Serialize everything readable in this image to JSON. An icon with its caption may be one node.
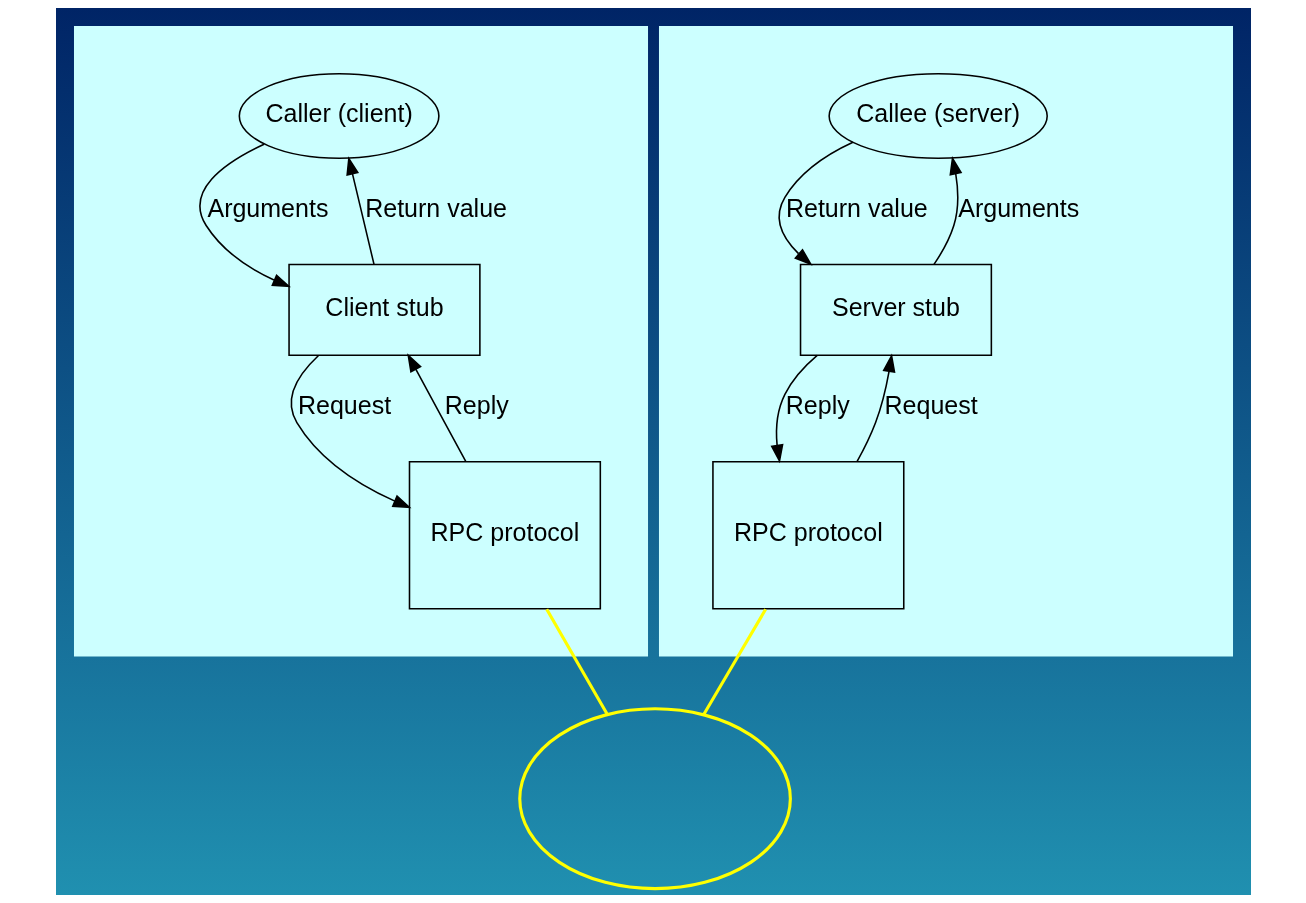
{
  "diagram": {
    "nodes": [
      {
        "text": [],
        "shape": "box"
      },
      {
        "text": [
          "Caller (client)"
        ],
        "in": 0
      },
      {
        "text": [
          "Client stub"
        ],
        "in": 0
      },
      {
        "text": [
          "RPC protocol"
        ],
        "in": 0
      },
      {
        "text": [],
        "shape": "box"
      },
      {
        "text": [
          "Callee (server)"
        ],
        "in": 4
      },
      {
        "text": [
          "Server stub"
        ],
        "in": 4
      },
      {
        "text": [
          "RPC protocol"
        ],
        "in": 4
      },
      {
        "text": [],
        "shape": "cloud"
      }
    ],
    "edges": [
      {
        "from": 1,
        "to": 2,
        "arrow": "to",
        "label": "Arguments"
      },
      {
        "from": 2,
        "to": 1,
        "arrow": "to",
        "label": "Return value"
      },
      {
        "from": 2,
        "to": 3,
        "arrow": "to",
        "label": "Request"
      },
      {
        "from": 3,
        "to": 2,
        "arrow": "to",
        "label": "Reply"
      },
      {
        "from": 6,
        "to": 5,
        "arrow": "to",
        "label": "Arguments"
      },
      {
        "from": 5,
        "to": 6,
        "arrow": "to",
        "label": "Return value"
      },
      {
        "from": 7,
        "to": 6,
        "arrow": "to",
        "label": "Request"
      },
      {
        "from": 6,
        "to": 7,
        "arrow": "to",
        "label": "Reply"
      },
      {
        "from": 3,
        "to": 8,
        "arrow": "none",
        "color": "#ffff00"
      },
      {
        "from": 7,
        "to": 8,
        "arrow": "none",
        "color": "#ffff00"
      }
    ]
  }
}
